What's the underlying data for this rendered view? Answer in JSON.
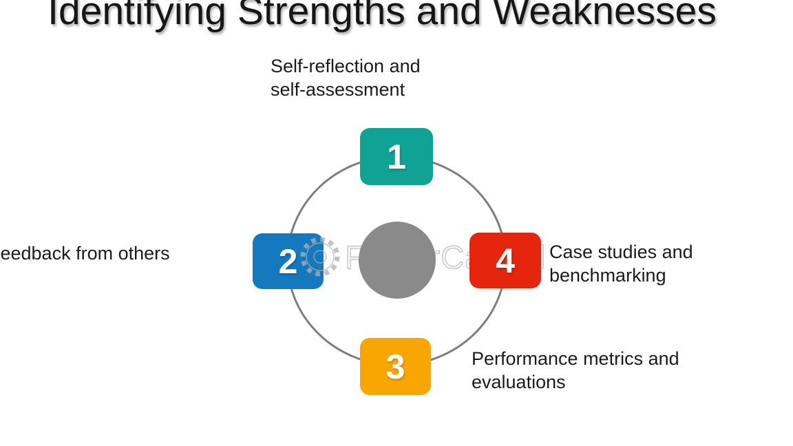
{
  "title": "Identifying Strengths and Weaknesses",
  "diagram": {
    "type": "cycle",
    "steps": [
      {
        "num": "1",
        "label": "Self-reflection and\nself-assessment",
        "color": "#0FA295",
        "position": "top"
      },
      {
        "num": "2",
        "label": "Feedback from others",
        "color": "#1479BE",
        "position": "left"
      },
      {
        "num": "3",
        "label": "Performance metrics and\nevaluations",
        "color": "#F9A602",
        "position": "bottom"
      },
      {
        "num": "4",
        "label": "Case studies and\nbenchmarking",
        "color": "#E6250E",
        "position": "right"
      }
    ],
    "center_circle_color": "#8a8a8a",
    "ring_color": "#7d7d7d"
  },
  "watermark": {
    "text": "FasterCapital",
    "icon": "gear-icon",
    "color": "#bdbdbd"
  }
}
